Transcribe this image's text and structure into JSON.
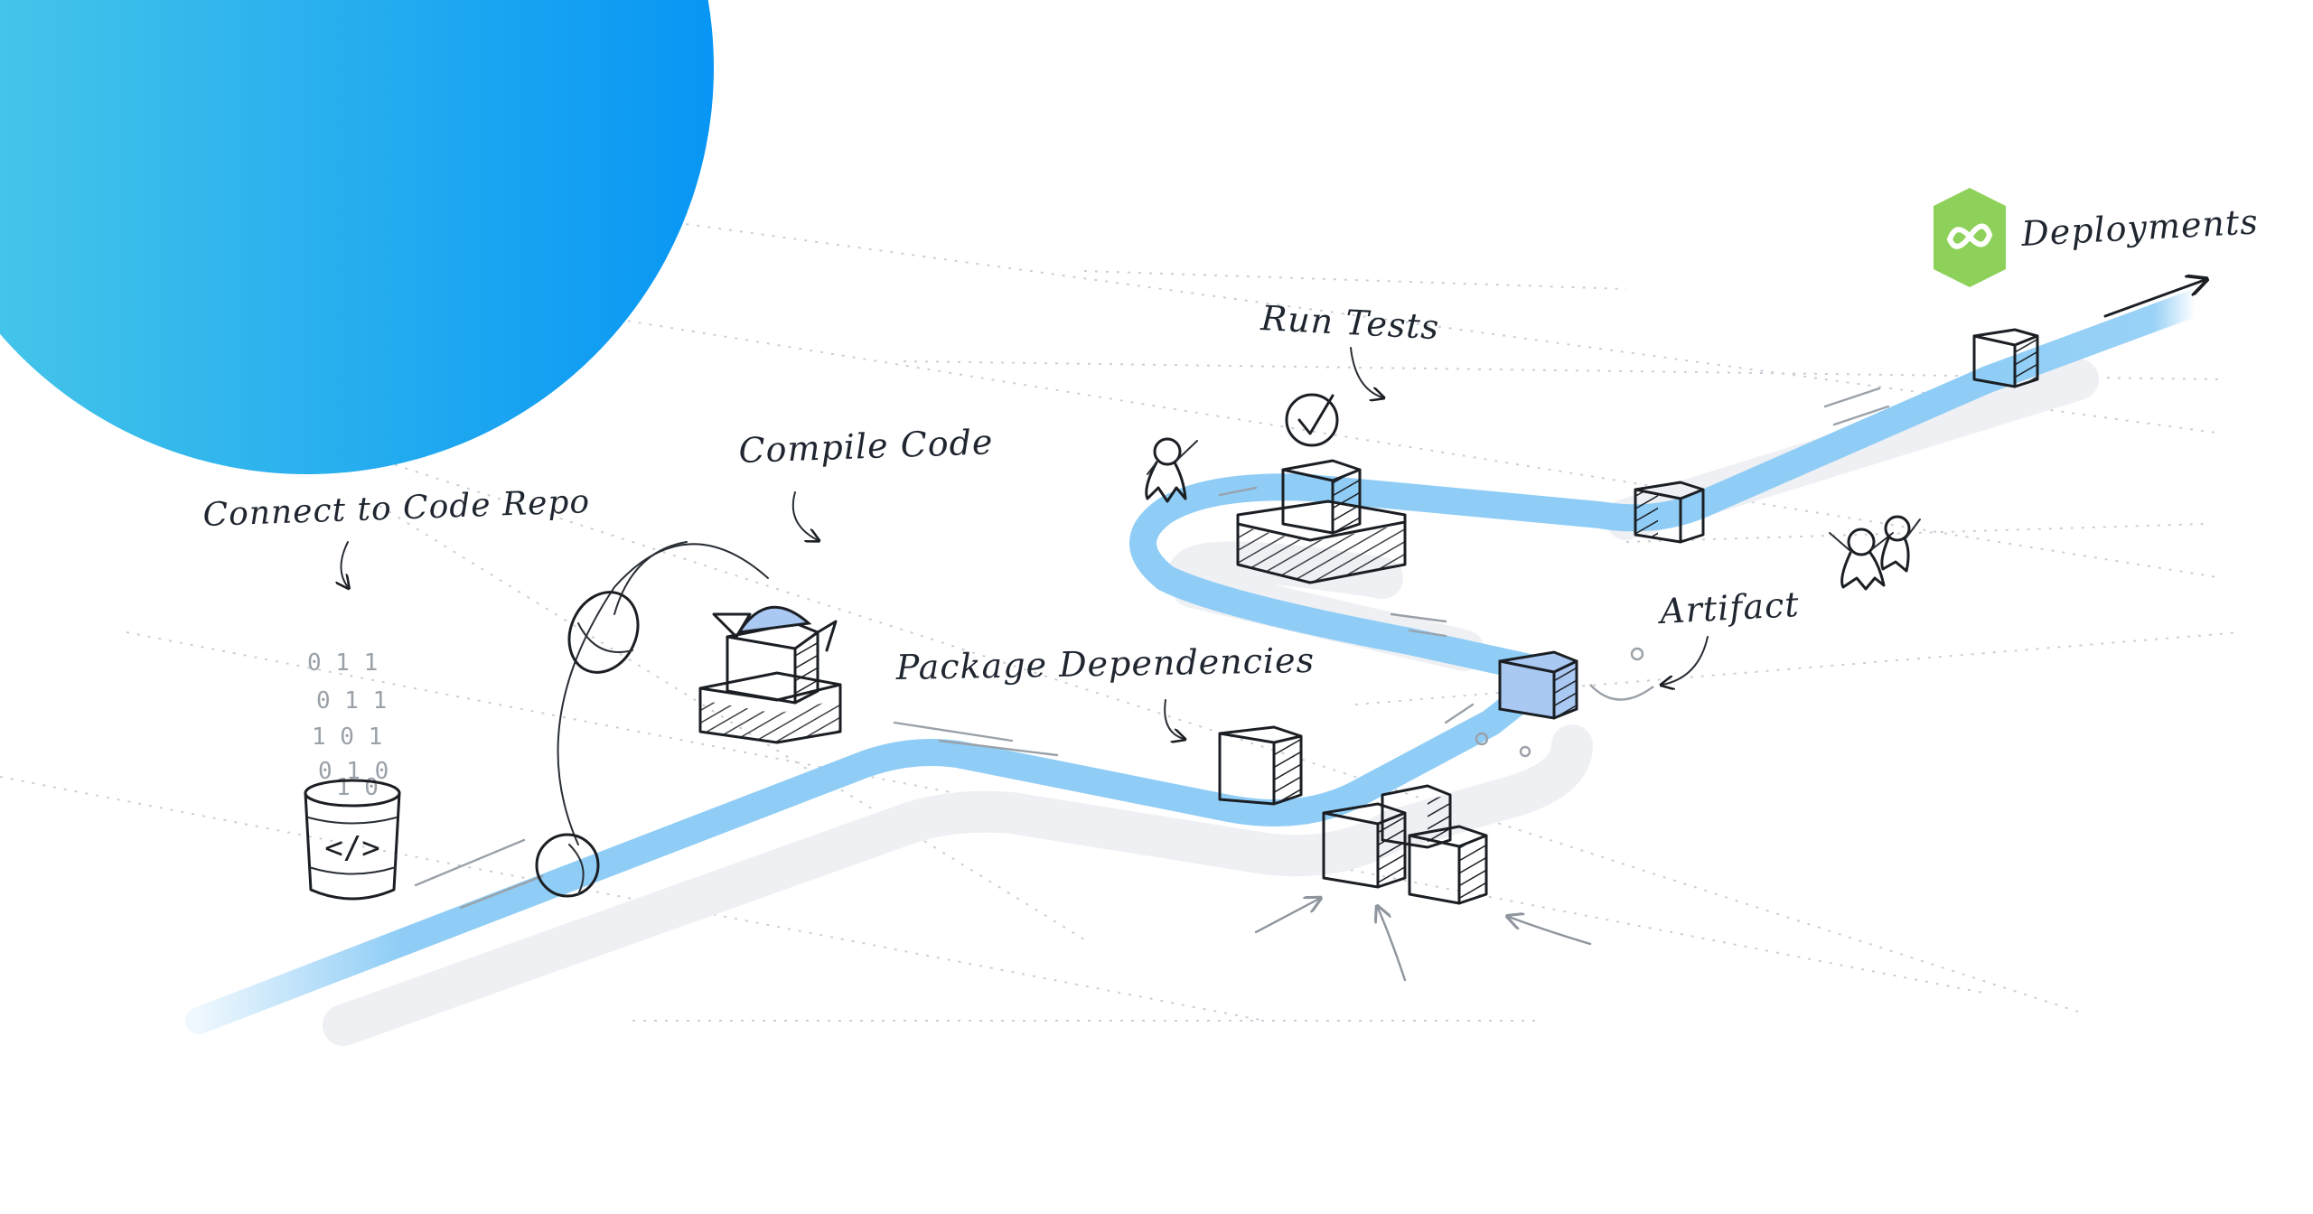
{
  "labels": {
    "connect": "Connect to Code Repo",
    "compile": "Compile Code",
    "package": "Package Dependencies",
    "tests": "Run Tests",
    "artifact": "Artifact",
    "deployments": "Deployments"
  },
  "repo_icon_glyph": "</>",
  "binary_rows": [
    "0 1  1",
    "0 1  1",
    "1 0  1",
    "0 1 0",
    "1  0"
  ],
  "colors": {
    "circle_start": "#4ccbe8",
    "circle_end": "#0896f4",
    "pipe": "#8fcdf6",
    "pipe_shadow": "#eef0f3",
    "artifact_fill": "#a9c8f2",
    "deploy_logo": "#8dd15a"
  },
  "icons": [
    "code-bucket-icon",
    "checkmark-icon",
    "infinity-icon",
    "arrow-icon",
    "person-icon"
  ]
}
